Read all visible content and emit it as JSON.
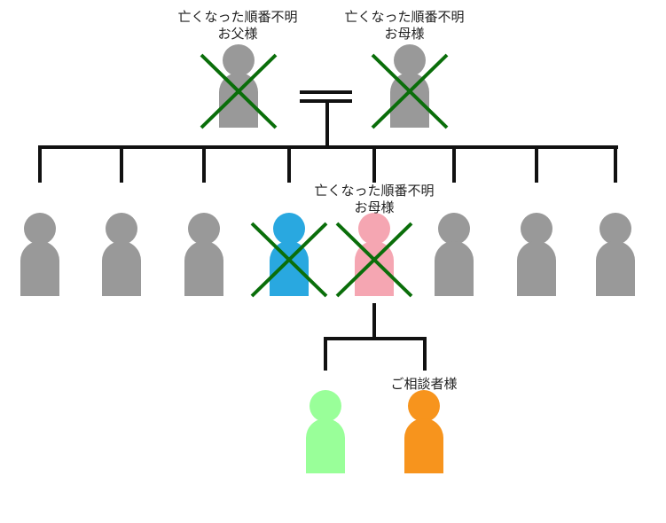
{
  "labels": {
    "father": {
      "line1": "亡くなった順番不明",
      "line2": "お父様"
    },
    "mother": {
      "line1": "亡くなった順番不明",
      "line2": "お母様"
    },
    "sibling_mother": {
      "line1": "亡くなった順番不明",
      "line2": "お母様"
    },
    "consultant": "ご相談者様"
  },
  "colors": {
    "gray": "#999999",
    "blue": "#29a8e0",
    "pink": "#f5a6b2",
    "green": "#99ff99",
    "orange": "#f7941d",
    "cross": "#0a6e0a",
    "line": "#111111"
  },
  "people": [
    {
      "id": "father",
      "color": "gray",
      "crossed": true
    },
    {
      "id": "mother",
      "color": "gray",
      "crossed": true
    },
    {
      "id": "child-1",
      "color": "gray",
      "crossed": false
    },
    {
      "id": "child-2",
      "color": "gray",
      "crossed": false
    },
    {
      "id": "child-3",
      "color": "gray",
      "crossed": false
    },
    {
      "id": "child-4",
      "color": "blue",
      "crossed": true
    },
    {
      "id": "child-5",
      "color": "pink",
      "crossed": true
    },
    {
      "id": "child-6",
      "color": "gray",
      "crossed": false
    },
    {
      "id": "child-7",
      "color": "gray",
      "crossed": false
    },
    {
      "id": "child-8",
      "color": "gray",
      "crossed": false
    },
    {
      "id": "grandchild-1",
      "color": "green",
      "crossed": false
    },
    {
      "id": "grandchild-2",
      "color": "orange",
      "crossed": false
    }
  ]
}
